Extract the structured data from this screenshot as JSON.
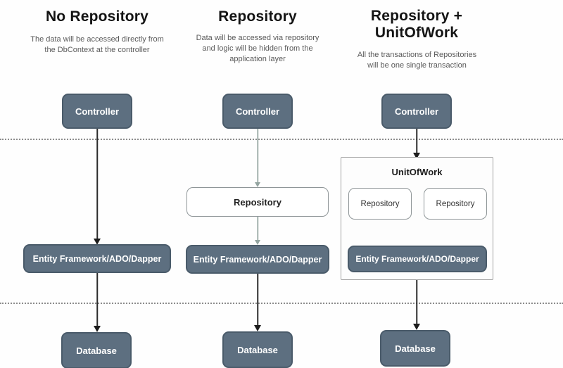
{
  "diagram": {
    "type": "architecture-comparison",
    "separator_lines": 2,
    "colors": {
      "node_fill": "#5d6f80",
      "node_border": "#4a5b6a",
      "node_text": "#ffffff",
      "white_box_border": "#8f9698",
      "separator_dotted": "#8c8c8c",
      "dark_arrow": "#1c1c1c",
      "light_arrow": "#a3b2ae",
      "title_text": "#141414",
      "description_text": "#5a5a5a"
    },
    "columns": [
      {
        "title": "No Repository",
        "description": "The data will be accessed directly from the DbContext at the controller",
        "nodes": {
          "controller": "Controller",
          "ef": "Entity Framework/ADO/Dapper",
          "database": "Database"
        },
        "flow": [
          "Controller -> Entity Framework/ADO/Dapper",
          "Entity Framework/ADO/Dapper -> Database"
        ]
      },
      {
        "title": "Repository",
        "description": "Data will be accessed via repository and logic will be hidden from the application layer",
        "nodes": {
          "controller": "Controller",
          "repository": "Repository",
          "ef": "Entity Framework/ADO/Dapper",
          "database": "Database"
        },
        "flow": [
          "Controller -> Repository",
          "Repository -> Entity Framework/ADO/Dapper",
          "Entity Framework/ADO/Dapper -> Database"
        ]
      },
      {
        "title": "Repository + UnitOfWork",
        "description": "All the transactions of Repositories will be one single transaction",
        "nodes": {
          "controller": "Controller",
          "unit_of_work": "UnitOfWork",
          "repository_1": "Repository",
          "repository_2": "Repository",
          "ef": "Entity Framework/ADO/Dapper",
          "database": "Database"
        },
        "flow": [
          "Controller -> UnitOfWork",
          "UnitOfWork -> Database"
        ]
      }
    ]
  }
}
